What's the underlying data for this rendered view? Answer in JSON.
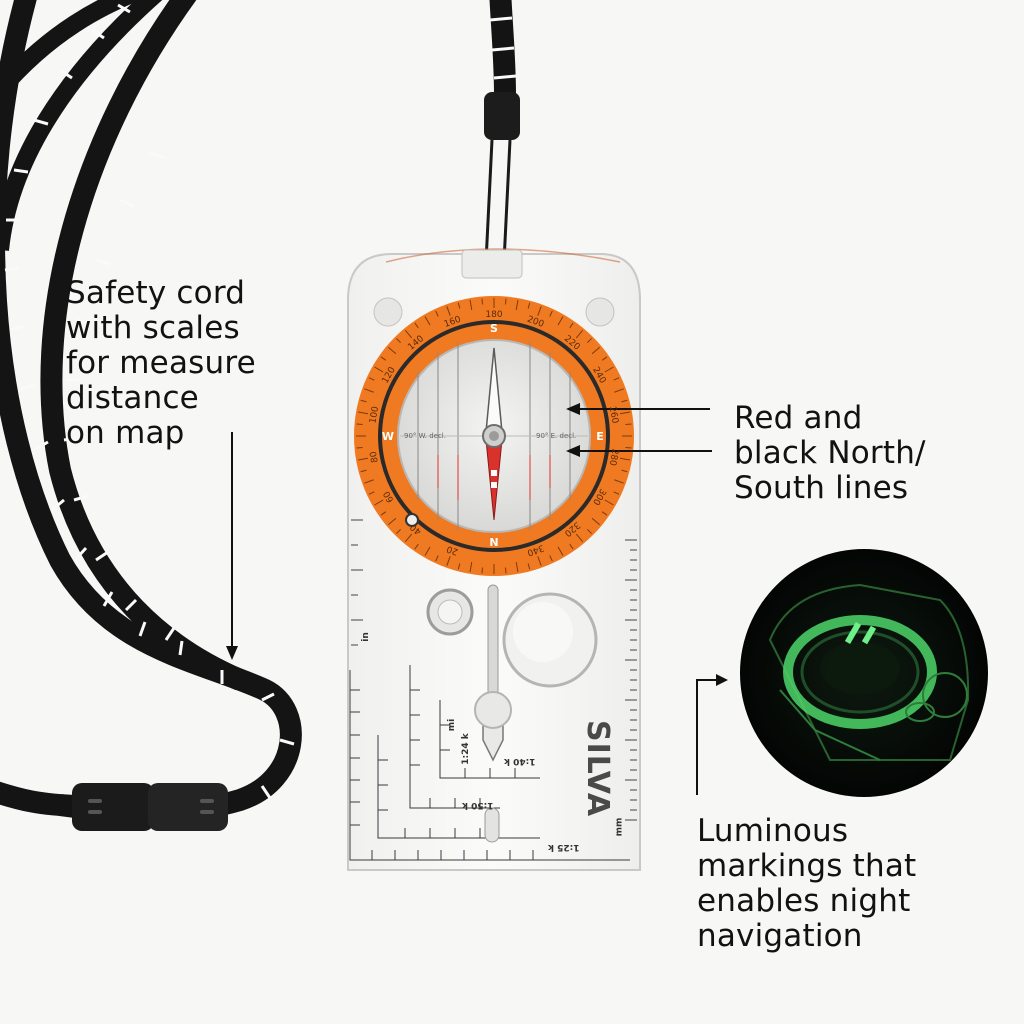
{
  "callouts": {
    "cord": [
      "Safety cord",
      "with scales",
      "for measure",
      "distance",
      "on map"
    ],
    "lines": [
      "Red and",
      "black North/",
      "South lines"
    ],
    "luminous": [
      "Luminous",
      "markings that",
      "enables night",
      "navigation"
    ]
  },
  "compass": {
    "brand": "SILVA",
    "bezel_degrees": [
      "180",
      "200",
      "220",
      "240",
      "260",
      "280",
      "300",
      "320",
      "340",
      "20",
      "40",
      "60",
      "80",
      "100",
      "120",
      "140",
      "160"
    ],
    "cardinals": [
      "S",
      "N",
      "E",
      "W"
    ],
    "declination_left": "90° W. decl.",
    "declination_right": "90° E. decl.",
    "scale_labels": [
      "1:24 k",
      "1:40 k",
      "1:50 k",
      "1:25 k",
      "mm",
      "in",
      "mi"
    ]
  },
  "colors": {
    "bezel": "#f07a22",
    "needle_red": "#d9322c",
    "glow": "#4dd66a",
    "cord": "#141414"
  }
}
